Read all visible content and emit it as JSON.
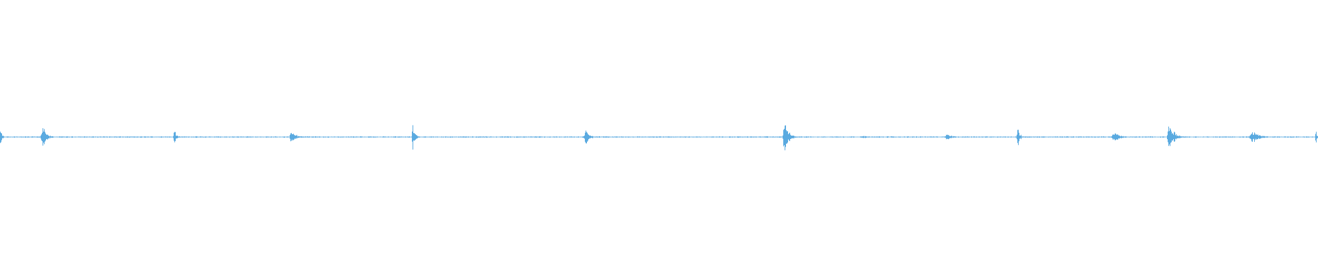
{
  "waveform": {
    "color": "#5aaae0",
    "baseline_amplitude": 0.004,
    "duration_fraction_bursts": [
      {
        "t": 0.0,
        "peak": 0.08,
        "width": 0.004
      },
      {
        "t": 0.032,
        "peak": 0.1,
        "width": 0.01
      },
      {
        "t": 0.132,
        "peak": 0.07,
        "width": 0.006
      },
      {
        "t": 0.221,
        "peak": 0.06,
        "width": 0.012
      },
      {
        "t": 0.313,
        "peak": 0.12,
        "width": 0.006
      },
      {
        "t": 0.444,
        "peak": 0.07,
        "width": 0.01
      },
      {
        "t": 0.595,
        "peak": 0.14,
        "width": 0.01
      },
      {
        "t": 0.655,
        "peak": 0.01,
        "width": 0.02
      },
      {
        "t": 0.718,
        "peak": 0.03,
        "width": 0.014
      },
      {
        "t": 0.772,
        "peak": 0.08,
        "width": 0.006
      },
      {
        "t": 0.845,
        "peak": 0.05,
        "width": 0.014
      },
      {
        "t": 0.887,
        "peak": 0.13,
        "width": 0.012
      },
      {
        "t": 0.95,
        "peak": 0.05,
        "width": 0.018
      },
      {
        "t": 0.998,
        "peak": 0.07,
        "width": 0.004
      }
    ]
  }
}
